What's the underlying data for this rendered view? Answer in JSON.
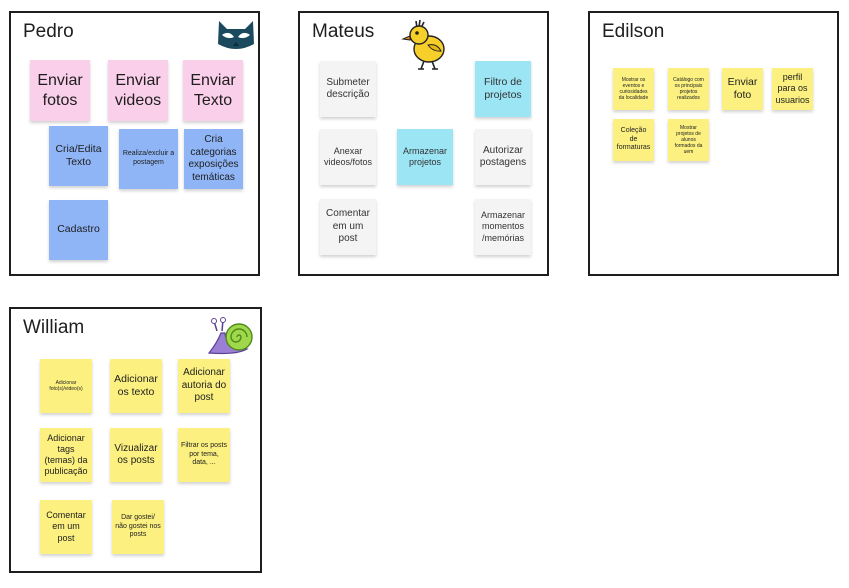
{
  "boards": {
    "pedro": {
      "title": "Pedro",
      "notes": [
        "Enviar fotos",
        "Enviar videos",
        "Enviar Texto",
        "Cria/Edita Texto",
        "Realiza/excluir a postagem",
        "Cria categorias exposições temáticas",
        "Cadastro"
      ]
    },
    "mateus": {
      "title": "Mateus",
      "notes": [
        "Submeter descrição",
        "Filtro de projetos",
        "Anexar videos/fotos",
        "Armazenar projetos",
        "Autorizar postagens",
        "Comentar em um post",
        "Armazenar momentos /memórias"
      ]
    },
    "edilson": {
      "title": "Edilson",
      "notes": [
        "Mostrar os eventos e curiosidades da localidade",
        "Catálogo com os principais projetos realizados",
        "Enviar foto",
        "perfil para os usuarios",
        "Coleção de formaturas",
        "Mostrar projetos de alunos formados da uem"
      ]
    },
    "william": {
      "title": "William",
      "notes": [
        "Adicionar foto(s)/video(s)",
        "Adicionar os texto",
        "Adicionar autoria do post",
        "Adicionar tags (temas) da publicação",
        "Vizualizar os posts",
        "Filtrar os posts por tema, data, ...",
        "Comentar em um post",
        "Dar gostei/ não gostei nos posts"
      ]
    }
  },
  "icons": {
    "pedro": "batman-mask-icon",
    "mateus": "yellow-bird-icon",
    "william": "snail-icon"
  },
  "colors": {
    "pink_note": "#f9cfea",
    "blue_note": "#8fb5f7",
    "grey_note": "#f4f4f4",
    "cyan_note": "#9be5f5",
    "yellow_note": "#fbf080",
    "frame_border": "#1e1e1e"
  }
}
